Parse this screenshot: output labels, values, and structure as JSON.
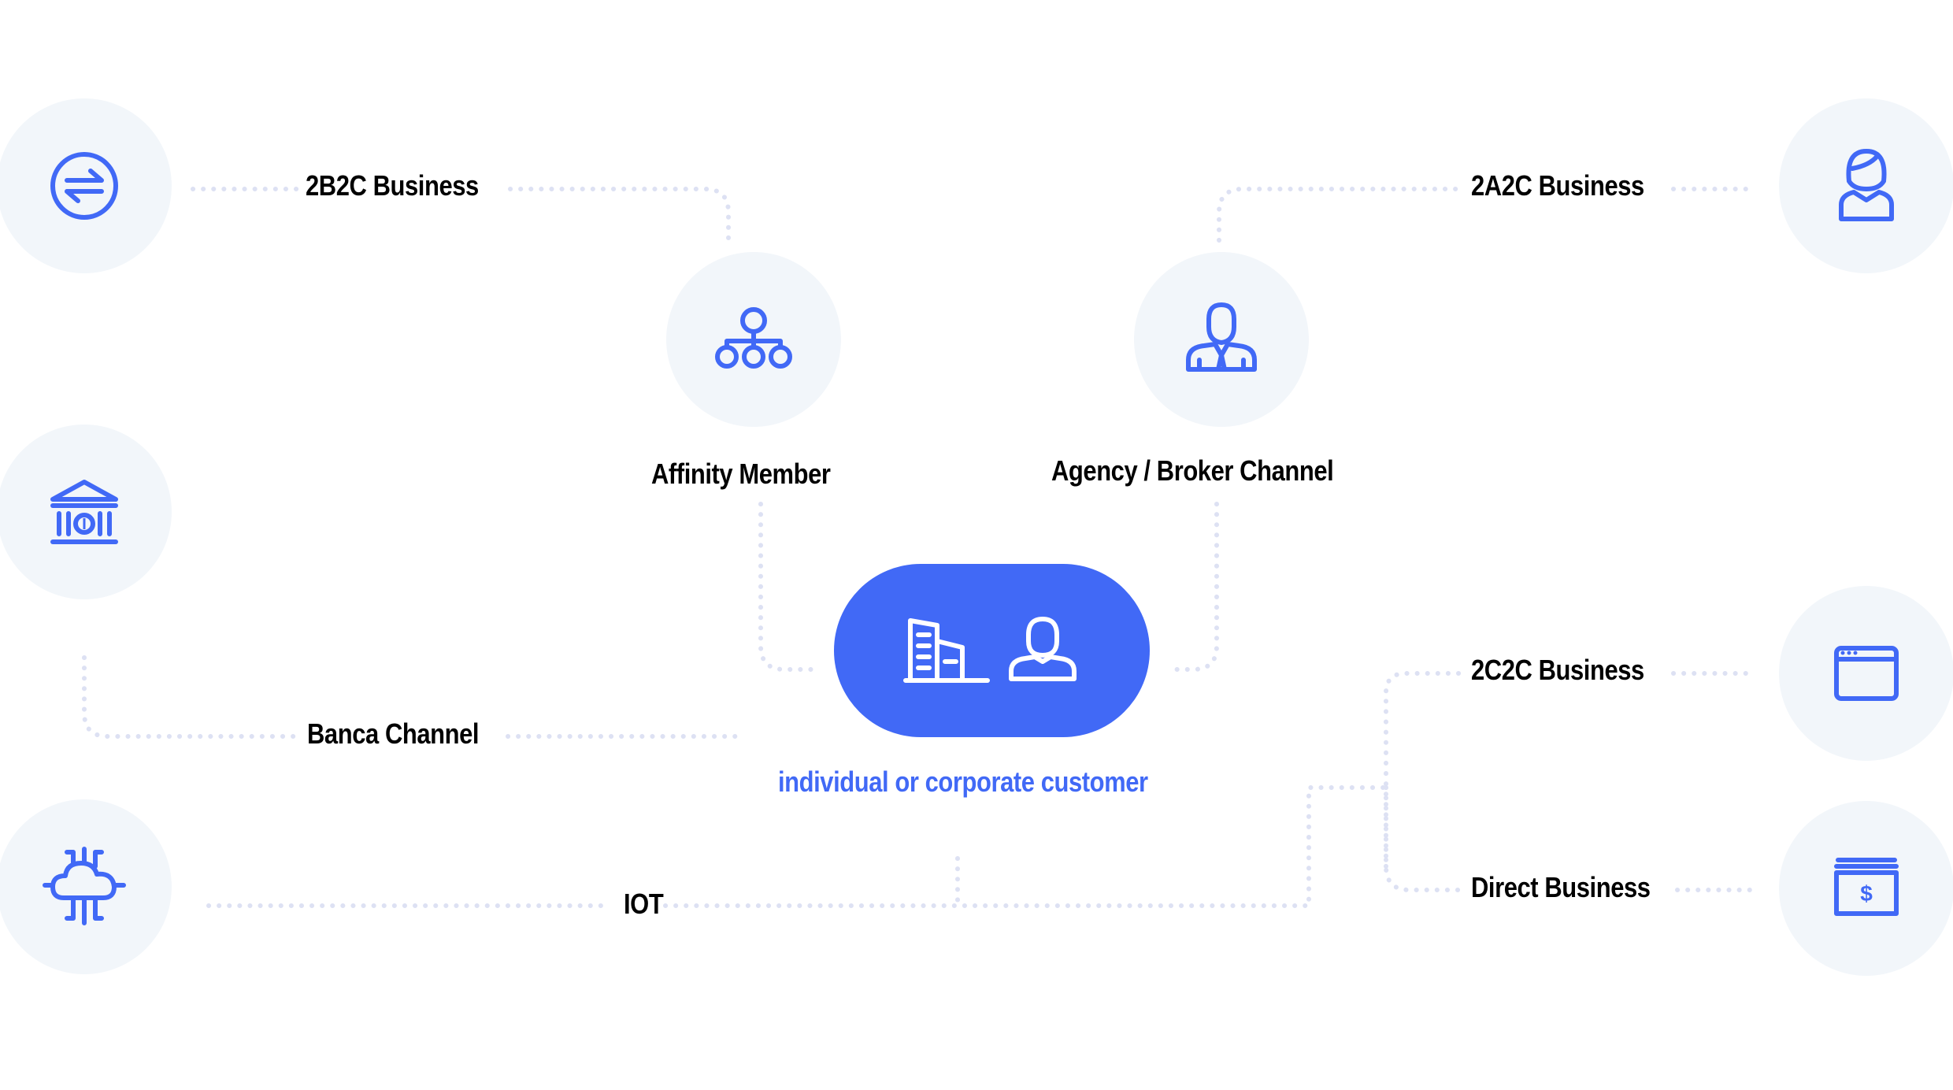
{
  "center": {
    "label": "individual or corporate customer",
    "icons": [
      "building-icon",
      "person-icon"
    ]
  },
  "nodes": {
    "top_left": {
      "label": "2B2C Business",
      "icon": "exchange-arrows-icon"
    },
    "affinity": {
      "label": "Affinity Member",
      "icon": "org-hierarchy-icon"
    },
    "agency": {
      "label": "Agency / Broker Channel",
      "icon": "businessman-icon"
    },
    "top_right": {
      "label": "2A2C Business",
      "icon": "woman-user-icon"
    },
    "bank": {
      "label": "Banca Channel",
      "icon": "bank-icon"
    },
    "iot": {
      "label": "IOT",
      "icon": "cloud-circuit-icon"
    },
    "c2c": {
      "label": "2C2C Business",
      "icon": "browser-window-icon"
    },
    "direct": {
      "label": "Direct Business",
      "icon": "money-stack-icon"
    }
  },
  "colors": {
    "accent": "#4169f6",
    "node_bg": "#f2f6fa",
    "connector": "#dde1f3",
    "text": "#000000"
  }
}
